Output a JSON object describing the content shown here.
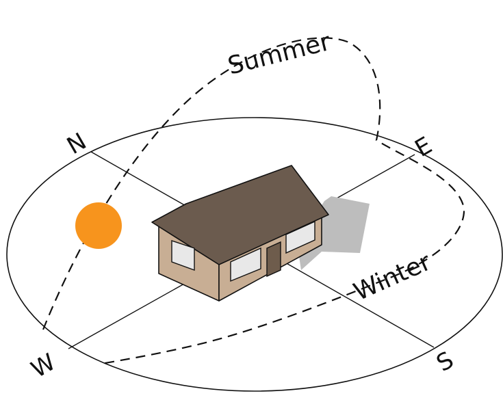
{
  "compass": {
    "north": "N",
    "east": "E",
    "south": "S",
    "west": "W"
  },
  "paths": {
    "summer": "Summer",
    "winter": "Winter"
  },
  "colors": {
    "sun": "#F7941D",
    "roof": "#6B5B4E",
    "wall": "#C8AE94",
    "door": "#6E5C4C",
    "window": "#E8E8E8",
    "shadow": "#BDBDBD",
    "line": "#111111"
  }
}
